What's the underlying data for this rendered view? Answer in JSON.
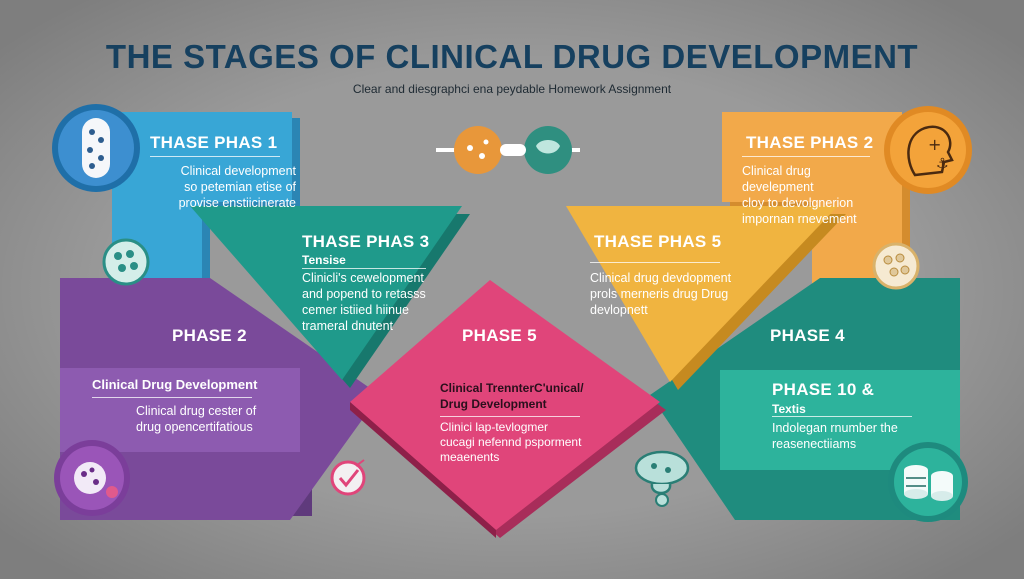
{
  "header": {
    "title": "THE STAGES OF CLINICAL DRUG DEVELOPMENT",
    "subtitle": "Clear and diesgraphci ena peydable Homework Assignment"
  },
  "colors": {
    "background": "#9a9a9a",
    "title": "#16405f",
    "blue": "#38a6d6",
    "teal": "#1f9a8b",
    "purple": "#7a4a9a",
    "pink": "#e0457a",
    "amber": "#f0b440",
    "orange": "#f2a94a",
    "mint": "#2db39c"
  },
  "phases": {
    "top_left": {
      "title": "THASE PHAS 1",
      "body": "Clinical development\nso petemian etise of\nprovise enstiicinerate",
      "icon": "pill-capsule-icon"
    },
    "top_center_left": {
      "title": "THASE PHAS 3",
      "subtitle": "Tensise",
      "body": "Clinicli's cewelopment\nand popend to retasss\ncemer istiied hiinue\ntrameral dnutent"
    },
    "top_center_right": {
      "title": "THASE PHAS 5",
      "body": "Clinical drug devdopment\nprols merneris drug Drug\ndevlopnett"
    },
    "top_right": {
      "title": "THASE PHAS 2",
      "body": "Clinical drug develepment\ncloy to devolgnerion\nimpornan rnevement",
      "icon": "head-molecule-icon"
    },
    "bottom_left": {
      "title": "PHASE 2",
      "subtitle": "Clinical Drug Development",
      "body": "Clinical drug cester of\ndrug  opencertifatious",
      "icon": "virus-icon"
    },
    "bottom_center": {
      "title": "PHASE 5",
      "subtitle": "Clinical TrennterC'unical/\nDrug Development",
      "body": "Clinici  lap-tevlogmer\ncucagi nefennd psporment\nmeaenents",
      "icon": "checkmark-flask-icon"
    },
    "bottom_right": {
      "title": "PHASE 4",
      "subtitle": "PHASE  10 &",
      "subtitle2": "Textis",
      "body": "Indolegan rnumber  the\nreasenectiiams",
      "icon": "pill-stack-icon"
    }
  },
  "decor": {
    "top_center": "molecule-pair-icon",
    "left_cell": "cell-cluster-icon",
    "right_cell": "cell-dots-icon",
    "bottom_center": "microscope-cell-icon"
  }
}
